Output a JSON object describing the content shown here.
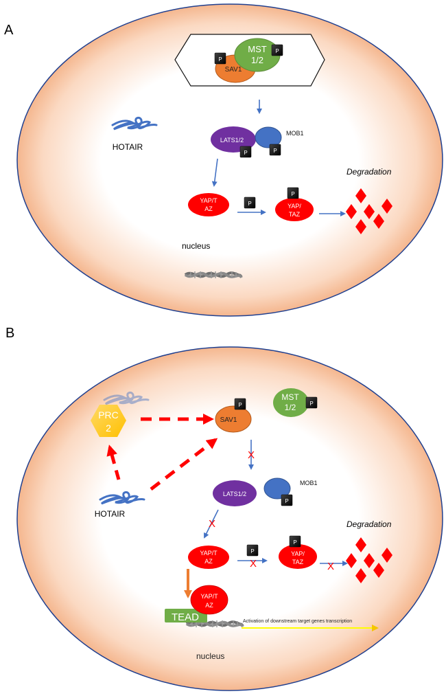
{
  "panel_a": {
    "label": "A",
    "hexagon_complex": {
      "sav1": "SAV1",
      "mst_line1": "MST",
      "mst_line2": "1/2",
      "p_badge": "P"
    },
    "hotair": "HOTAIR",
    "lats": "LATS1/2",
    "mob1": "MOB1",
    "p_badge": "P",
    "yap1_line1": "YAP/T",
    "yap1_line2": "AZ",
    "yap2_line1": "YAP/",
    "yap2_line2": "TAZ",
    "degradation": "Degradation",
    "nucleus": "nucleus"
  },
  "panel_b": {
    "label": "B",
    "prc_line1": "PRC",
    "prc_line2": "2",
    "sav1": "SAV1",
    "mst_line1": "MST",
    "mst_line2": "1/2",
    "p_badge": "P",
    "hotair": "HOTAIR",
    "lats": "LATS1/2",
    "mob1": "MOB1",
    "yap1_line1": "YAP/T",
    "yap1_line2": "AZ",
    "yap2_line1": "YAP/",
    "yap2_line2": "TAZ",
    "yap3_line1": "YAP/T",
    "yap3_line2": "AZ",
    "tead": "TEAD",
    "degradation": "Degradation",
    "activation": "Activation of downstream target genes transcription",
    "nucleus": "nucleus",
    "blocked_mark": "X"
  },
  "colors": {
    "cell_edge": "#1f3f8f",
    "cell_fill_outer": "#f0a070",
    "cell_fill_inner": "#ffffff",
    "sav1": "#ed7d31",
    "mst": "#70ad47",
    "lats": "#7030a0",
    "mob1": "#4472c4",
    "yap": "#ff0000",
    "arrow_blue": "#4472c4",
    "arrow_red_dashed": "#ff0000",
    "arrow_orange": "#ed7d31",
    "arrow_yellow": "#ffff00",
    "prc2": "#ffc000",
    "tead": "#70ad47",
    "p_badge": "#111111"
  }
}
